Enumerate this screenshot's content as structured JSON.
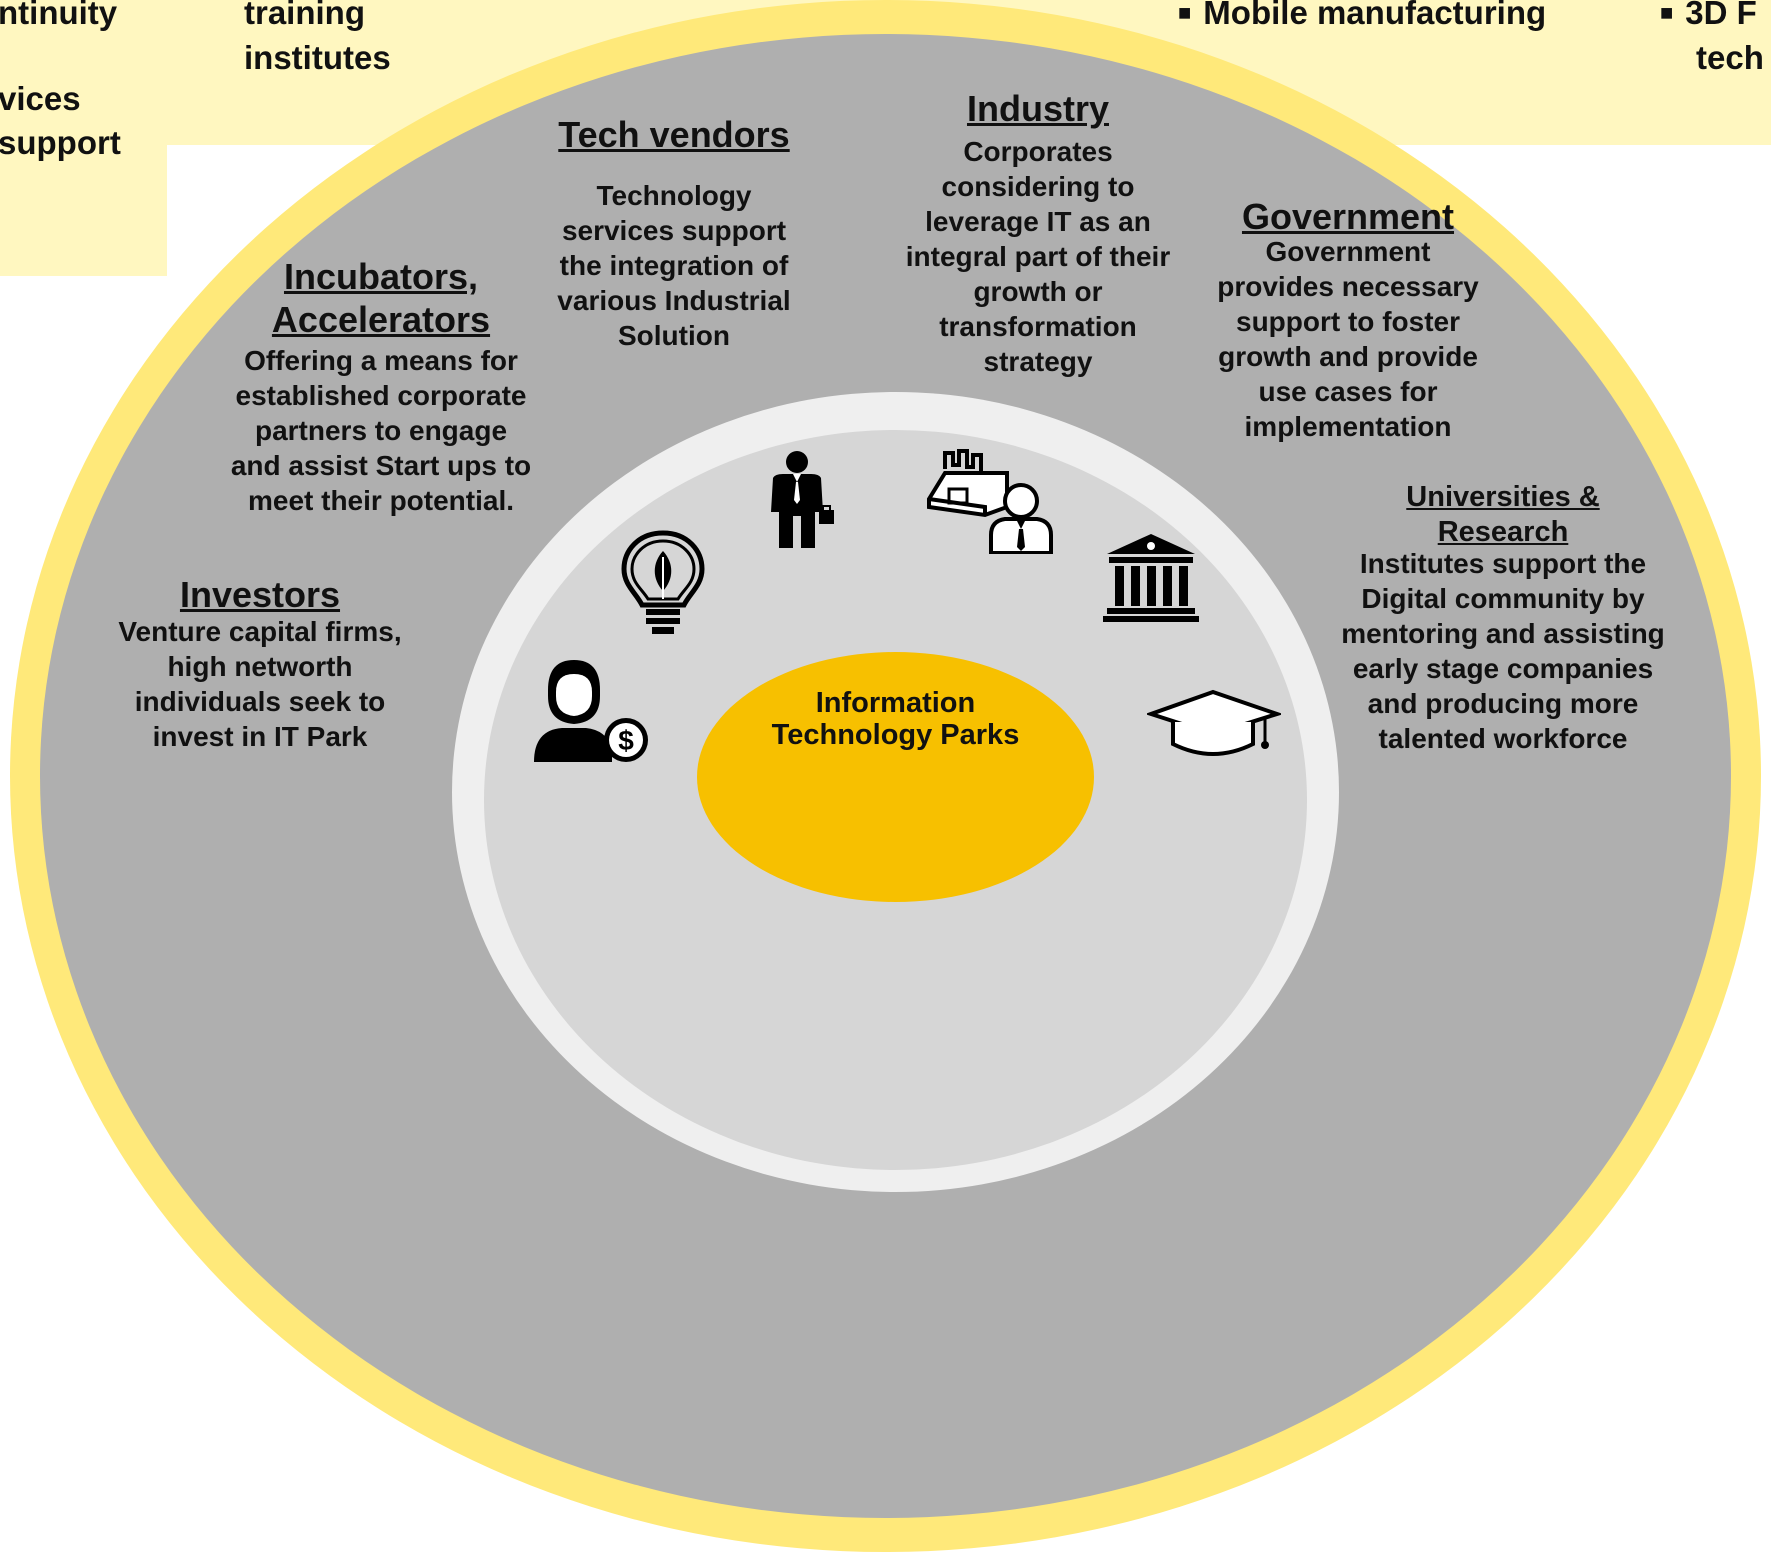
{
  "top_fragments": {
    "left_lines": [
      "ntinuity",
      "vices",
      "support"
    ],
    "training_lines": [
      "training",
      "institutes"
    ],
    "bullet_mobile": "Mobile manufacturing",
    "bullet_3d_lines": [
      "3D F",
      "tech"
    ]
  },
  "segments": {
    "tech_vendors": {
      "heading": "Tech vendors",
      "lines": [
        "Technology",
        "services support",
        "the integration of",
        "various Industrial",
        "Solution"
      ]
    },
    "industry": {
      "heading": "Industry",
      "lines": [
        "Corporates",
        "considering to",
        "leverage IT  as an",
        "integral part of their",
        "growth or",
        "transformation",
        "strategy"
      ]
    },
    "government": {
      "heading": "Government",
      "lines": [
        "Government",
        "provides necessary",
        "support to foster",
        "growth and provide",
        "use cases for",
        "implementation"
      ]
    },
    "incubators": {
      "heading_lines": [
        "Incubators,",
        "Accelerators"
      ],
      "lines": [
        "Offering a means for",
        "established corporate",
        "partners to engage",
        "and assist Start ups to",
        "meet their potential."
      ]
    },
    "investors": {
      "heading": "Investors",
      "lines": [
        "Venture capital firms,",
        "high networth",
        "individuals seek to",
        "invest in IT Park"
      ]
    },
    "universities": {
      "heading_lines": [
        "Universities &",
        "Research"
      ],
      "lines": [
        "Institutes support the",
        "Digital community by",
        "mentoring and assisting",
        "early stage companies",
        "and producing more",
        "talented workforce"
      ]
    }
  },
  "center": {
    "lines": [
      "Information",
      "Technology Parks"
    ]
  },
  "icons": {
    "investor": "investor-dollar-icon",
    "bulb": "lightbulb-leaf-icon",
    "businessman": "businessman-briefcase-icon",
    "factory": "factory-person-icon",
    "government": "government-building-icon",
    "graduation": "graduation-cap-icon"
  },
  "colors": {
    "outer_ring": "#ffe97a",
    "band": "#fff7c0",
    "segment_gray": "#afafaf",
    "inner_ring": "#efefef",
    "inner_fill": "#d6d6d6",
    "hub": "#f7c000"
  }
}
